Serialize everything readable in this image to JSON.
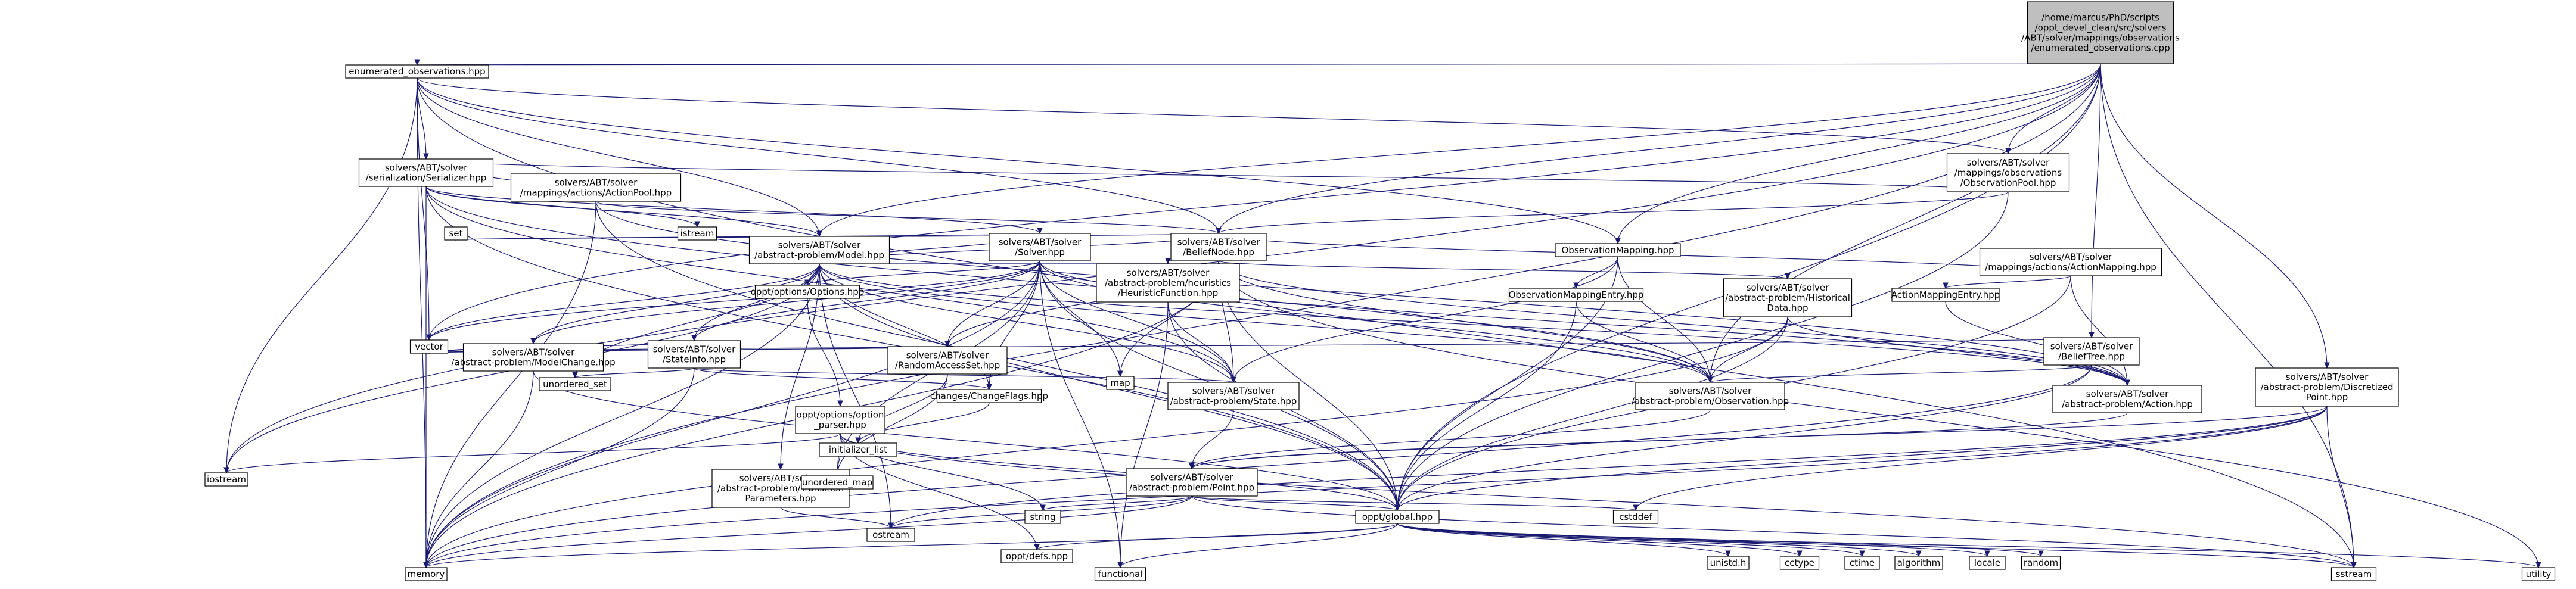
{
  "colors": {
    "edge": "#191970",
    "node_border": "#000000",
    "root_fill": "#bfbfbf",
    "normal_fill": "#ffffff",
    "missing_border": "#ff0000",
    "background": "#ffffff"
  },
  "nodes": [
    {
      "id": "root",
      "lines": [
        "/home/marcus/PhD/scripts",
        "/oppt_devel_clean/src/solvers",
        "/ABT/solver/mappings/observations",
        "/enumerated_observations.cpp"
      ],
      "kind": "root"
    },
    {
      "id": "enum_hpp",
      "lines": [
        "enumerated_observations.hpp"
      ]
    },
    {
      "id": "serializer",
      "lines": [
        "solvers/ABT/solver",
        "/serialization/Serializer.hpp"
      ]
    },
    {
      "id": "obspool",
      "lines": [
        "solvers/ABT/solver",
        "/mappings/observations",
        "/ObservationPool.hpp"
      ]
    },
    {
      "id": "actionpool",
      "lines": [
        "solvers/ABT/solver",
        "/mappings/actions/ActionPool.hpp"
      ]
    },
    {
      "id": "solver",
      "lines": [
        "solvers/ABT/solver",
        "/Solver.hpp"
      ]
    },
    {
      "id": "beliefnode",
      "lines": [
        "solvers/ABT/solver",
        "/BeliefNode.hpp"
      ]
    },
    {
      "id": "obsmapping",
      "lines": [
        "ObservationMapping.hpp"
      ]
    },
    {
      "id": "model",
      "lines": [
        "solvers/ABT/solver",
        "/abstract-problem/Model.hpp"
      ]
    },
    {
      "id": "actionmapping",
      "lines": [
        "solvers/ABT/solver",
        "/mappings/actions/ActionMapping.hpp"
      ]
    },
    {
      "id": "options",
      "lines": [
        "oppt/options/Options.hpp"
      ]
    },
    {
      "id": "heuristic",
      "lines": [
        "solvers/ABT/solver",
        "/abstract-problem/heuristics",
        "/HeuristicFunction.hpp"
      ]
    },
    {
      "id": "obsmapentry",
      "lines": [
        "ObservationMappingEntry.hpp"
      ]
    },
    {
      "id": "historical",
      "lines": [
        "solvers/ABT/solver",
        "/abstract-problem/Historical",
        "Data.hpp"
      ]
    },
    {
      "id": "actionmapentry",
      "lines": [
        "ActionMappingEntry.hpp"
      ]
    },
    {
      "id": "modelchange",
      "lines": [
        "solvers/ABT/solver",
        "/abstract-problem/ModelChange.hpp"
      ]
    },
    {
      "id": "stateinfo",
      "lines": [
        "solvers/ABT/solver",
        "/StateInfo.hpp"
      ]
    },
    {
      "id": "randomaccess",
      "lines": [
        "solvers/ABT/solver",
        "/RandomAccessSet.hpp"
      ]
    },
    {
      "id": "belieftree",
      "lines": [
        "solvers/ABT/solver",
        "/BeliefTree.hpp"
      ]
    },
    {
      "id": "changeflags",
      "lines": [
        "changes/ChangeFlags.hpp"
      ],
      "kind": "missing"
    },
    {
      "id": "state",
      "lines": [
        "solvers/ABT/solver",
        "/abstract-problem/State.hpp"
      ]
    },
    {
      "id": "observation",
      "lines": [
        "solvers/ABT/solver",
        "/abstract-problem/Observation.hpp"
      ]
    },
    {
      "id": "action",
      "lines": [
        "solvers/ABT/solver",
        "/abstract-problem/Action.hpp"
      ]
    },
    {
      "id": "discretized",
      "lines": [
        "solvers/ABT/solver",
        "/abstract-problem/Discretized",
        "Point.hpp"
      ]
    },
    {
      "id": "optionparser",
      "lines": [
        "oppt/options/option",
        "_parser.hpp"
      ],
      "kind": "missing"
    },
    {
      "id": "transition",
      "lines": [
        "solvers/ABT/solver",
        "/abstract-problem/Transition",
        "Parameters.hpp"
      ]
    },
    {
      "id": "point",
      "lines": [
        "solvers/ABT/solver",
        "/abstract-problem/Point.hpp"
      ]
    },
    {
      "id": "global",
      "lines": [
        "oppt/global.hpp"
      ]
    },
    {
      "id": "defs",
      "lines": [
        "oppt/defs.hpp"
      ]
    },
    {
      "id": "set",
      "lines": [
        "set"
      ],
      "kind": "missing"
    },
    {
      "id": "istream",
      "lines": [
        "istream"
      ],
      "kind": "missing"
    },
    {
      "id": "vector",
      "lines": [
        "vector"
      ],
      "kind": "missing"
    },
    {
      "id": "unordered_set",
      "lines": [
        "unordered_set"
      ],
      "kind": "missing"
    },
    {
      "id": "map",
      "lines": [
        "map"
      ],
      "kind": "missing"
    },
    {
      "id": "iostream",
      "lines": [
        "iostream"
      ],
      "kind": "missing"
    },
    {
      "id": "unordered_map",
      "lines": [
        "unordered_map"
      ],
      "kind": "missing"
    },
    {
      "id": "initializer_list",
      "lines": [
        "initializer_list"
      ],
      "kind": "missing"
    },
    {
      "id": "ostream",
      "lines": [
        "ostream"
      ],
      "kind": "missing"
    },
    {
      "id": "string",
      "lines": [
        "string"
      ],
      "kind": "missing"
    },
    {
      "id": "cstddef",
      "lines": [
        "cstddef"
      ],
      "kind": "missing"
    },
    {
      "id": "memory",
      "lines": [
        "memory"
      ],
      "kind": "missing"
    },
    {
      "id": "functional",
      "lines": [
        "functional"
      ],
      "kind": "missing"
    },
    {
      "id": "unistd",
      "lines": [
        "unistd.h"
      ],
      "kind": "missing"
    },
    {
      "id": "cctype",
      "lines": [
        "cctype"
      ],
      "kind": "missing"
    },
    {
      "id": "ctime",
      "lines": [
        "ctime"
      ],
      "kind": "missing"
    },
    {
      "id": "algorithm",
      "lines": [
        "algorithm"
      ],
      "kind": "missing"
    },
    {
      "id": "locale",
      "lines": [
        "locale"
      ],
      "kind": "missing"
    },
    {
      "id": "random",
      "lines": [
        "random"
      ],
      "kind": "missing"
    },
    {
      "id": "sstream",
      "lines": [
        "sstream"
      ],
      "kind": "missing"
    },
    {
      "id": "utility",
      "lines": [
        "utility"
      ],
      "kind": "missing"
    }
  ],
  "edges": [
    [
      "root",
      "enum_hpp"
    ],
    [
      "root",
      "obspool"
    ],
    [
      "root",
      "beliefnode"
    ],
    [
      "root",
      "belieftree"
    ],
    [
      "root",
      "discretized"
    ],
    [
      "root",
      "memory"
    ],
    [
      "root",
      "iostream"
    ],
    [
      "root",
      "vector"
    ],
    [
      "root",
      "sstream"
    ],
    [
      "root",
      "model"
    ],
    [
      "root",
      "obsmapping"
    ],
    [
      "root",
      "observation"
    ],
    [
      "root",
      "global"
    ],
    [
      "enum_hpp",
      "serializer"
    ],
    [
      "enum_hpp",
      "obspool"
    ],
    [
      "enum_hpp",
      "obsmapping"
    ],
    [
      "enum_hpp",
      "beliefnode"
    ],
    [
      "enum_hpp",
      "model"
    ],
    [
      "enum_hpp",
      "memory"
    ],
    [
      "enum_hpp",
      "iostream"
    ],
    [
      "enum_hpp",
      "sstream"
    ],
    [
      "enum_hpp",
      "vector"
    ],
    [
      "serializer",
      "solver"
    ],
    [
      "serializer",
      "actionpool"
    ],
    [
      "serializer",
      "obspool"
    ],
    [
      "serializer",
      "istream"
    ],
    [
      "serializer",
      "memory"
    ],
    [
      "serializer",
      "observation"
    ],
    [
      "serializer",
      "state"
    ],
    [
      "serializer",
      "global"
    ],
    [
      "serializer",
      "model"
    ],
    [
      "actionpool",
      "beliefnode"
    ],
    [
      "actionpool",
      "action"
    ],
    [
      "actionpool",
      "memory"
    ],
    [
      "actionpool",
      "global"
    ],
    [
      "obspool",
      "beliefnode"
    ],
    [
      "obspool",
      "global"
    ],
    [
      "solver",
      "model"
    ],
    [
      "solver",
      "set"
    ],
    [
      "solver",
      "memory"
    ],
    [
      "solver",
      "vector"
    ],
    [
      "solver",
      "options"
    ],
    [
      "solver",
      "stateinfo"
    ],
    [
      "solver",
      "randomaccess"
    ],
    [
      "solver",
      "changeflags"
    ],
    [
      "solver",
      "state"
    ],
    [
      "solver",
      "observation"
    ],
    [
      "solver",
      "action"
    ],
    [
      "solver",
      "modelchange"
    ],
    [
      "solver",
      "map"
    ],
    [
      "solver",
      "unordered_map"
    ],
    [
      "solver",
      "functional"
    ],
    [
      "solver",
      "global"
    ],
    [
      "beliefnode",
      "set"
    ],
    [
      "beliefnode",
      "model"
    ],
    [
      "beliefnode",
      "actionmapping"
    ],
    [
      "beliefnode",
      "historical"
    ],
    [
      "beliefnode",
      "randomaccess"
    ],
    [
      "beliefnode",
      "state"
    ],
    [
      "beliefnode",
      "observation"
    ],
    [
      "beliefnode",
      "action"
    ],
    [
      "beliefnode",
      "map"
    ],
    [
      "beliefnode",
      "global"
    ],
    [
      "beliefnode",
      "utility"
    ],
    [
      "beliefnode",
      "memory"
    ],
    [
      "obsmapping",
      "obsmapentry"
    ],
    [
      "obsmapping",
      "observation"
    ],
    [
      "obsmapping",
      "global"
    ],
    [
      "obsmapping",
      "state"
    ],
    [
      "model",
      "options"
    ],
    [
      "model",
      "heuristic"
    ],
    [
      "model",
      "transition"
    ],
    [
      "model",
      "memory"
    ],
    [
      "model",
      "vector"
    ],
    [
      "model",
      "iostream"
    ],
    [
      "model",
      "ostream"
    ],
    [
      "model",
      "unordered_set"
    ],
    [
      "model",
      "global"
    ],
    [
      "model",
      "state"
    ],
    [
      "model",
      "observation"
    ],
    [
      "model",
      "action"
    ],
    [
      "model",
      "changeflags"
    ],
    [
      "model",
      "modelchange"
    ],
    [
      "model",
      "stateinfo"
    ],
    [
      "actionmapping",
      "actionmapentry"
    ],
    [
      "actionmapping",
      "action"
    ],
    [
      "actionmapping",
      "global"
    ],
    [
      "options",
      "optionparser"
    ],
    [
      "heuristic",
      "state"
    ],
    [
      "heuristic",
      "functional"
    ],
    [
      "heuristic",
      "global"
    ],
    [
      "obsmapentry",
      "observation"
    ],
    [
      "obsmapentry",
      "global"
    ],
    [
      "historical",
      "observation"
    ],
    [
      "historical",
      "action"
    ],
    [
      "historical",
      "memory"
    ],
    [
      "historical",
      "global"
    ],
    [
      "actionmapentry",
      "action"
    ],
    [
      "modelchange",
      "vector"
    ],
    [
      "modelchange",
      "memory"
    ],
    [
      "modelchange",
      "global"
    ],
    [
      "stateinfo",
      "unordered_set"
    ],
    [
      "stateinfo",
      "vector"
    ],
    [
      "stateinfo",
      "memory"
    ],
    [
      "stateinfo",
      "state"
    ],
    [
      "stateinfo",
      "changeflags"
    ],
    [
      "randomaccess",
      "unordered_map"
    ],
    [
      "randomaccess",
      "vector"
    ],
    [
      "randomaccess",
      "initializer_list"
    ],
    [
      "belieftree",
      "observation"
    ],
    [
      "belieftree",
      "action"
    ],
    [
      "belieftree",
      "global"
    ],
    [
      "belieftree",
      "memory"
    ],
    [
      "belieftree",
      "vector"
    ],
    [
      "changeflags",
      "initializer_list"
    ],
    [
      "state",
      "point"
    ],
    [
      "observation",
      "point"
    ],
    [
      "action",
      "point"
    ],
    [
      "discretized",
      "point"
    ],
    [
      "discretized",
      "cstddef"
    ],
    [
      "discretized",
      "sstream"
    ],
    [
      "discretized",
      "global"
    ],
    [
      "discretized",
      "ostream"
    ],
    [
      "discretized",
      "memory"
    ],
    [
      "optionparser",
      "iostream"
    ],
    [
      "optionparser",
      "unordered_map"
    ],
    [
      "optionparser",
      "defs"
    ],
    [
      "optionparser",
      "string"
    ],
    [
      "optionparser",
      "sstream"
    ],
    [
      "optionparser",
      "global"
    ],
    [
      "transition",
      "ostream"
    ],
    [
      "point",
      "global"
    ],
    [
      "point",
      "string"
    ],
    [
      "point",
      "ostream"
    ],
    [
      "point",
      "memory"
    ],
    [
      "point",
      "cstddef"
    ],
    [
      "point",
      "sstream"
    ],
    [
      "global",
      "memory"
    ],
    [
      "global",
      "defs"
    ],
    [
      "global",
      "functional"
    ],
    [
      "global",
      "unistd"
    ],
    [
      "global",
      "cctype"
    ],
    [
      "global",
      "ctime"
    ],
    [
      "global",
      "algorithm"
    ],
    [
      "global",
      "locale"
    ],
    [
      "global",
      "random"
    ],
    [
      "global",
      "sstream"
    ],
    [
      "global",
      "utility"
    ]
  ]
}
